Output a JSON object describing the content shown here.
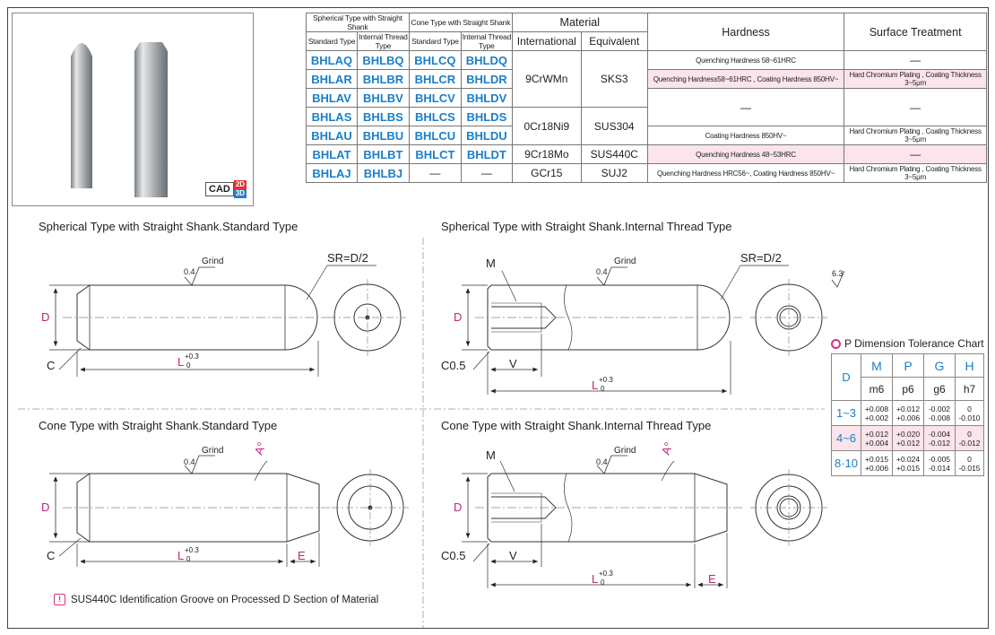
{
  "cad": {
    "label": "CAD",
    "d2": "2D",
    "d3": "3D"
  },
  "table": {
    "group_spherical": "Spherical Type with Straight Shank",
    "group_cone": "Cone Type with Straight Shank",
    "material": "Material",
    "hardness": "Hardness",
    "surface": "Surface Treatment",
    "standard_type": "Standard Type",
    "internal_thread_type": "Internal Thread Type",
    "international": "International",
    "equivalent": "Equivalent",
    "rows": [
      {
        "c1": "BHLAQ",
        "c2": "BHLBQ",
        "c3": "BHLCQ",
        "c4": "BHLDQ"
      },
      {
        "c1": "BHLAR",
        "c2": "BHLBR",
        "c3": "BHLCR",
        "c4": "BHLDR"
      },
      {
        "c1": "BHLAV",
        "c2": "BHLBV",
        "c3": "BHLCV",
        "c4": "BHLDV"
      },
      {
        "c1": "BHLAS",
        "c2": "BHLBS",
        "c3": "BHLCS",
        "c4": "BHLDS"
      },
      {
        "c1": "BHLAU",
        "c2": "BHLBU",
        "c3": "BHLCU",
        "c4": "BHLDU"
      },
      {
        "c1": "BHLAT",
        "c2": "BHLBT",
        "c3": "BHLCT",
        "c4": "BHLDT"
      },
      {
        "c1": "BHLAJ",
        "c2": "BHLBJ",
        "c3": "—",
        "c4": "—"
      }
    ],
    "mat1_int": "9CrWMn",
    "mat1_eq": "SKS3",
    "mat2_int": "0Cr18Ni9",
    "mat2_eq": "SUS304",
    "mat3_int": "9Cr18Mo",
    "mat3_eq": "SUS440C",
    "mat4_int": "GCr15",
    "mat4_eq": "SUJ2",
    "h1": "Quenching Hardness 58~61HRC",
    "s1": "—",
    "h2": "Quenching Hardness58~61HRC , Coating Hardness 850HV~",
    "s2": "Hard Chromium Plating , Coating Thickness 3~5μm",
    "h3": "—",
    "s3": "—",
    "h5": "Coating Hardness 850HV~",
    "s5": "Hard Chromium Plating , Coating Thickness 3~5μm",
    "h6": "Quenching Hardness 48~53HRC",
    "s6": "—",
    "h7": "Quenching Hardness HRC56~, Coating Hardness 850HV~",
    "s7": "Hard Chromium Plating , Coating Thickness 3~5μm"
  },
  "drawings": {
    "t1": "Spherical Type with Straight Shank.Standard Type",
    "t2": "Spherical Type with Straight Shank.Internal Thread Type",
    "t3": "Cone Type with Straight Shank.Standard Type",
    "t4": "Cone Type with Straight Shank.Internal Thread Type",
    "grind": "Grind",
    "roughness": "0.4",
    "sr": "SR=D/2",
    "d": "D",
    "c": "C",
    "c05": "C0.5",
    "l": "L",
    "tol_up": "+0.3",
    "tol_lo": "0",
    "m": "M",
    "v": "V",
    "e": "E",
    "a": "A°",
    "rough63": "6.3"
  },
  "tolerance": {
    "title": "P Dimension Tolerance Chart",
    "d_label": "D",
    "cols": [
      "M",
      "P",
      "G",
      "H"
    ],
    "subs": [
      "m6",
      "p6",
      "g6",
      "h7"
    ],
    "rows": [
      {
        "d": "1~3",
        "v": [
          [
            "+0.008",
            "+0.002"
          ],
          [
            "+0.012",
            "+0.006"
          ],
          [
            "-0.002",
            "-0.008"
          ],
          [
            "0",
            "-0.010"
          ]
        ]
      },
      {
        "d": "4~6",
        "v": [
          [
            "+0.012",
            "+0.004"
          ],
          [
            "+0.020",
            "+0.012"
          ],
          [
            "-0.004",
            "-0.012"
          ],
          [
            "0",
            "-0.012"
          ]
        ]
      },
      {
        "d": "8·10",
        "v": [
          [
            "+0.015",
            "+0.006"
          ],
          [
            "+0.024",
            "+0.015"
          ],
          [
            "-0.005",
            "-0.014"
          ],
          [
            "0",
            "-0.015"
          ]
        ]
      }
    ]
  },
  "note": "SUS440C Identification Groove on Processed D Section of Material"
}
